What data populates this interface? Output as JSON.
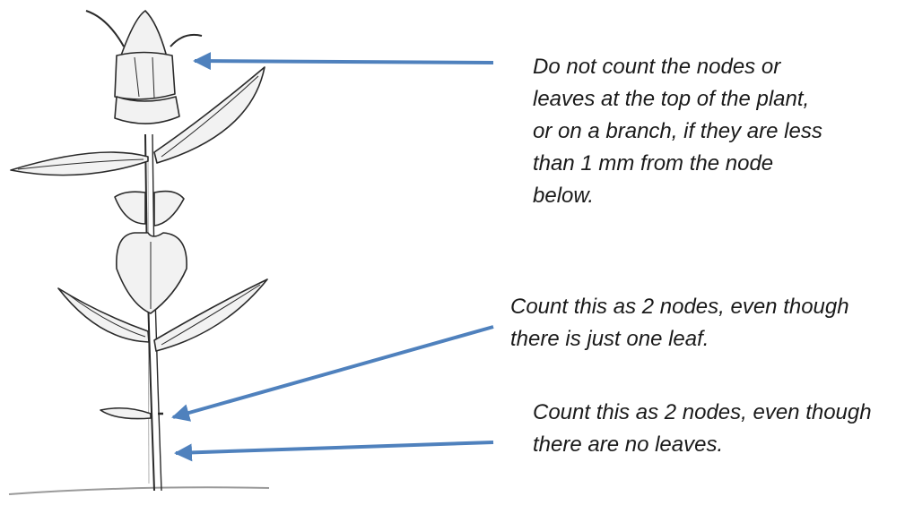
{
  "annotations": {
    "top": "Do not count the nodes or\nleaves at the top of the plant,\nor on a branch, if they are less\nthan 1 mm from the node\nbelow.",
    "middle": "Count this as 2 nodes, even though\nthere is just one leaf.",
    "bottom": "Count this as 2 nodes, even though\nthere are no leaves."
  },
  "colors": {
    "arrow": "#4f81bd",
    "ink": "#2a2a2a",
    "leaf_fill": "#f2f2f2",
    "ground": "#9a9a9a"
  }
}
